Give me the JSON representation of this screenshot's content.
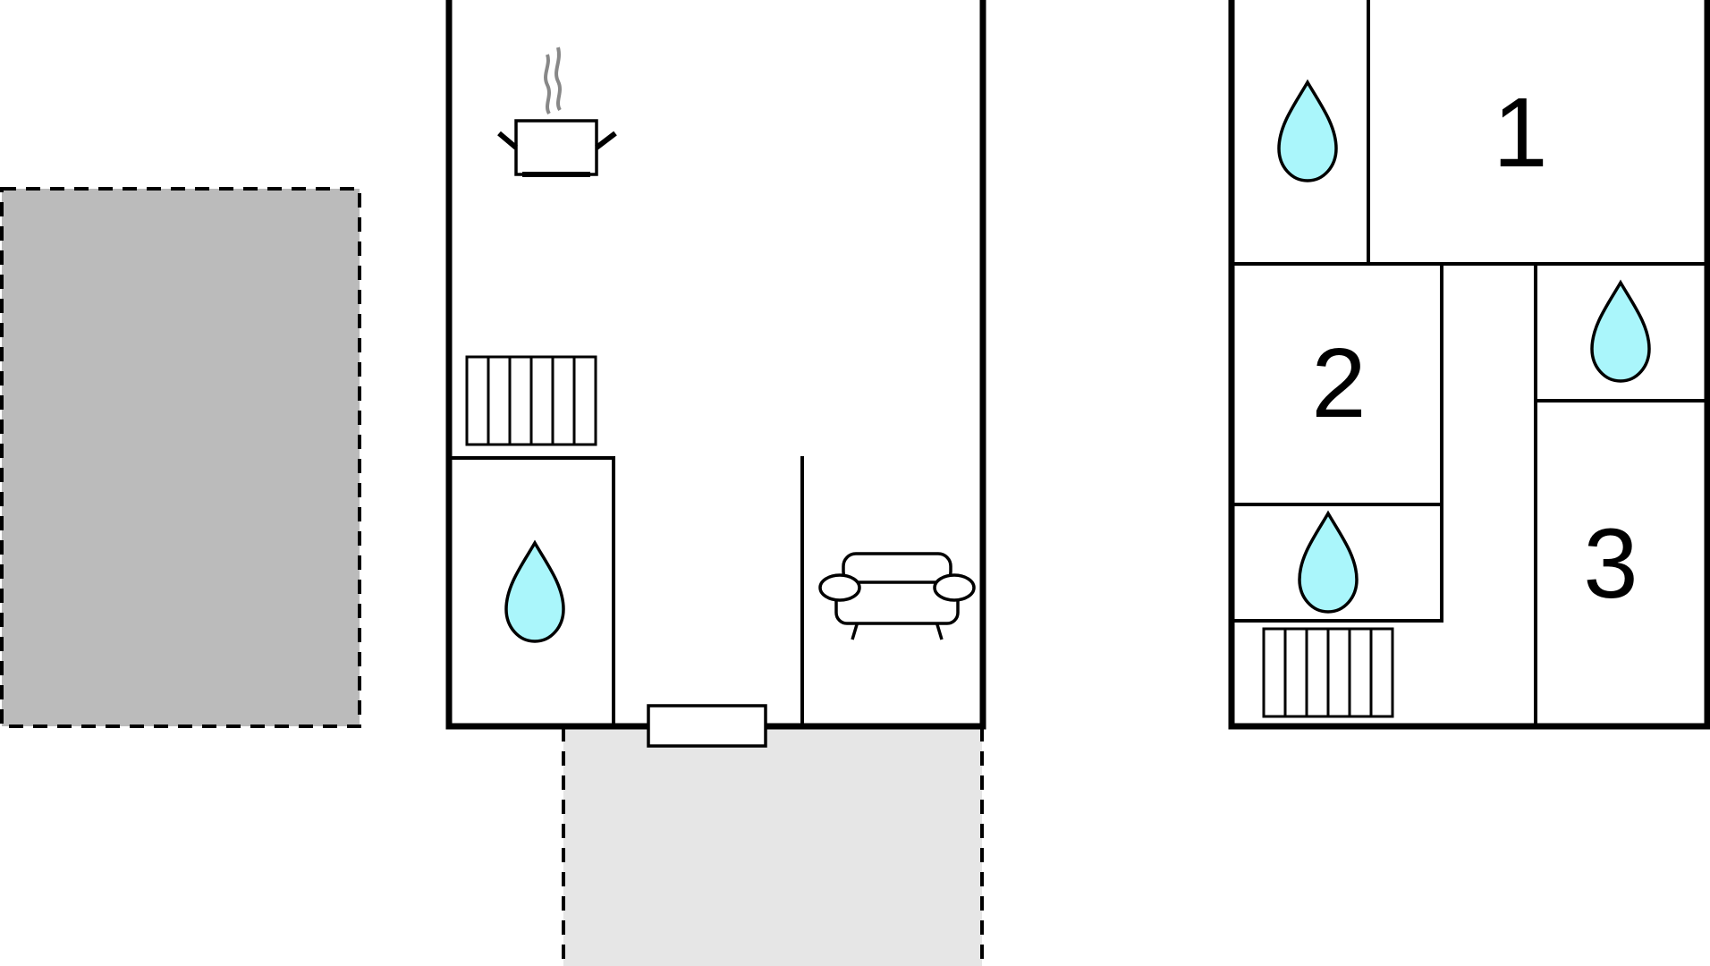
{
  "colors": {
    "wall": "#000000",
    "parking_fill": "#bbbbbb",
    "terrace_fill": "#e6e6e6",
    "water_drop": "#aaf6fb",
    "steam": "#888888",
    "background": "#ffffff"
  },
  "ground_floor": {
    "areas": [
      {
        "id": "parking",
        "kind": "outdoor-area",
        "style": "dashed"
      },
      {
        "id": "terrace",
        "kind": "outdoor-area",
        "style": "dashed"
      }
    ],
    "icons": [
      "kitchen-pot-icon",
      "radiator-icon",
      "water-drop-icon",
      "sofa-icon",
      "entrance-door-icon"
    ]
  },
  "upper_floor": {
    "rooms": [
      {
        "id": "room-1",
        "label": "1"
      },
      {
        "id": "room-2",
        "label": "2"
      },
      {
        "id": "room-3",
        "label": "3"
      }
    ],
    "icons": [
      "water-drop-icon",
      "water-drop-icon",
      "water-drop-icon",
      "radiator-icon"
    ]
  }
}
